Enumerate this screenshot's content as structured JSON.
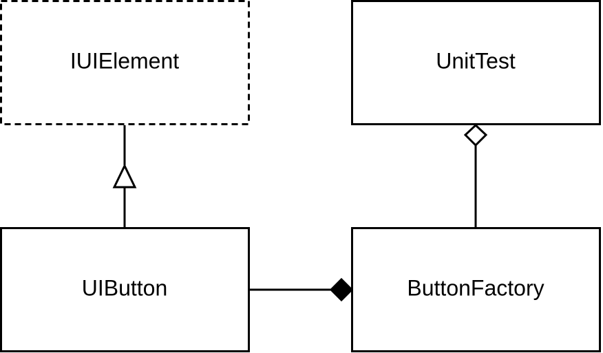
{
  "diagram": {
    "classes": {
      "iuielement": {
        "label": "IUIElement",
        "style": "dashed"
      },
      "unittest": {
        "label": "UnitTest",
        "style": "solid"
      },
      "uibutton": {
        "label": "UIButton",
        "style": "solid"
      },
      "buttonfactory": {
        "label": "ButtonFactory",
        "style": "solid"
      }
    },
    "relationships": [
      {
        "from": "UIButton",
        "to": "IUIElement",
        "type": "realization",
        "arrowhead": "hollow-triangle"
      },
      {
        "from": "ButtonFactory",
        "to": "UnitTest",
        "type": "aggregation",
        "arrowhead": "hollow-diamond"
      },
      {
        "from": "UIButton",
        "to": "ButtonFactory",
        "type": "composition",
        "arrowhead": "filled-diamond"
      }
    ]
  }
}
